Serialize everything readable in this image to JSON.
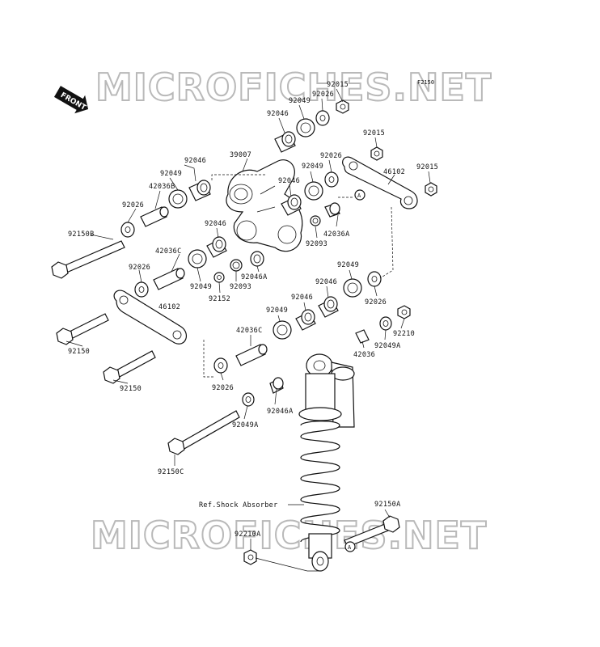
{
  "diagram": {
    "figure_code": "F2150",
    "watermarks": [
      "MICROFICHES.NET",
      "MICROFICHES.NET"
    ],
    "front_badge": "FRONT",
    "reference_label": "Ref.Shock Absorber",
    "callout_marker": "A",
    "part_labels": {
      "p92015_top": "92015",
      "p92026_top": "92026",
      "p92049_top": "92049",
      "p92046_top": "92046",
      "p39007": "39007",
      "p92015_mid": "92015",
      "p92026_mid": "92026",
      "p92049_mid": "92049",
      "p46102_right": "46102",
      "p92015_right": "92015",
      "p92046_left": "92046",
      "p92049_left": "92049",
      "p42036b": "42036B",
      "p92026_left": "92026",
      "p92046_center": "92046",
      "p42036a": "42036A",
      "p92093_center": "92093",
      "p92150b": "92150B",
      "p92046_lower": "92046",
      "p42036c_left": "42036C",
      "p92026_left2": "92026",
      "p92049_left2": "92049",
      "p92093_left": "92093",
      "p92046a_top": "92046A",
      "p92152": "92152",
      "p92049_right": "92049",
      "p92046_right": "92046",
      "p92026_right": "92026",
      "p92046_right2": "92046",
      "p92049_right2": "92049",
      "p46102_left": "46102",
      "p42036c_mid": "42036C",
      "p92210": "92210",
      "p92049a_top": "92049A",
      "p42036": "42036",
      "p92150_upper": "92150",
      "p92026_lower": "92026",
      "p92150_lower": "92150",
      "p92046a_lower": "92046A",
      "p92049a_lower": "92049A",
      "p92150c": "92150C",
      "p92150a": "92150A",
      "p92210a": "92210A"
    }
  }
}
